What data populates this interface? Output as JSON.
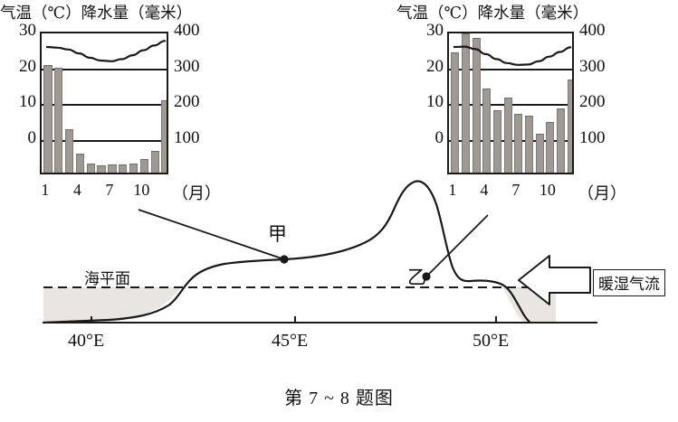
{
  "figure": {
    "caption": "第 7 ~ 8 题图",
    "sea_level_label": "海平面",
    "warm_moist_flow_label": "暖湿气流",
    "point_a_label": "甲",
    "point_b_label": "乙",
    "longitude_labels": [
      "40°E",
      "45°E",
      "50°E"
    ],
    "colors": {
      "ink": "#1a1a1a",
      "bar_fill": "#9e9a93",
      "sea_fill": "#e9e6e2",
      "paper": "#ffffff"
    }
  },
  "chart_data": [
    {
      "id": "left-climate-chart",
      "type": "bar",
      "title": "气温（℃）降水量（毫米）",
      "temperature_axis_label": "气温（℃）",
      "precipitation_axis_label": "降水量（毫米）",
      "xlabel": "（月）",
      "ylabel": "气温（℃）",
      "y2label": "降水量（毫米）",
      "categories": [
        "1",
        "2",
        "3",
        "4",
        "5",
        "6",
        "7",
        "8",
        "9",
        "10",
        "11",
        "12"
      ],
      "xtick_labels": [
        "1",
        "4",
        "7",
        "10"
      ],
      "xtick_months": [
        1,
        4,
        7,
        10
      ],
      "ytick_labels": [
        "0",
        "10",
        "20",
        "30"
      ],
      "ylim": [
        -10,
        30
      ],
      "y2tick_labels": [
        "100",
        "200",
        "300",
        "400"
      ],
      "y2lim": [
        0,
        400
      ],
      "grid": true,
      "legend": "none",
      "series": [
        {
          "name": "降水量",
          "kind": "bar",
          "unit": "毫米",
          "values": [
            300,
            290,
            120,
            50,
            22,
            18,
            20,
            20,
            22,
            35,
            58,
            200
          ]
        },
        {
          "name": "气温",
          "kind": "line",
          "unit": "℃",
          "values": [
            26.2,
            26.0,
            25.5,
            24.4,
            23.2,
            22.4,
            22.2,
            22.8,
            23.9,
            25.3,
            26.6,
            27.9
          ]
        }
      ]
    },
    {
      "id": "right-climate-chart",
      "type": "bar",
      "title": "气温（℃）降水量（毫米）",
      "temperature_axis_label": "气温（℃）",
      "precipitation_axis_label": "降水量（毫米）",
      "xlabel": "（月）",
      "ylabel": "气温（℃）",
      "y2label": "降水量（毫米）",
      "categories": [
        "1",
        "2",
        "3",
        "4",
        "5",
        "6",
        "7",
        "8",
        "9",
        "10",
        "11",
        "12"
      ],
      "xtick_labels": [
        "1",
        "4",
        "7",
        "10"
      ],
      "xtick_months": [
        1,
        4,
        7,
        10
      ],
      "ytick_labels": [
        "0",
        "10",
        "20",
        "30"
      ],
      "ylim": [
        -10,
        30
      ],
      "y2tick_labels": [
        "100",
        "200",
        "300",
        "400"
      ],
      "y2lim": [
        0,
        400
      ],
      "grid": true,
      "legend": "none",
      "series": [
        {
          "name": "降水量",
          "kind": "bar",
          "unit": "毫米",
          "values": [
            335,
            388,
            375,
            232,
            172,
            208,
            163,
            158,
            107,
            140,
            178,
            258
          ]
        },
        {
          "name": "气温",
          "kind": "line",
          "unit": "℃",
          "values": [
            26.2,
            26.3,
            25.6,
            24.2,
            22.8,
            21.7,
            21.2,
            21.3,
            22.2,
            23.5,
            24.8,
            26.1
          ]
        }
      ]
    }
  ]
}
